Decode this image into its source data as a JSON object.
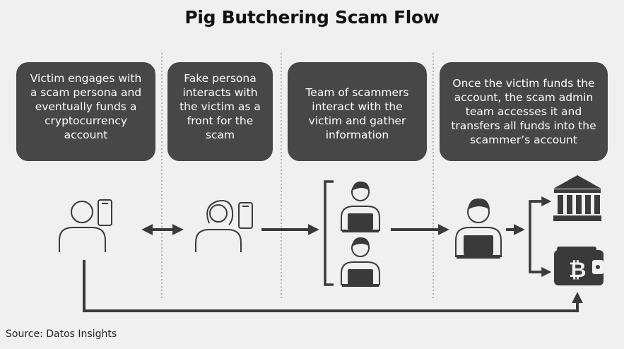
{
  "title": "Pig Butchering Scam Flow",
  "steps": [
    {
      "text": "Victim engages with\na scam persona and\neventually funds a\ncryptocurrency\naccount"
    },
    {
      "text": "Fake persona\ninteracts with\nthe victim as a\nfront for the\nscam"
    },
    {
      "text": "Team of scammers\ninteract with the\nvictim and gather\ninformation"
    },
    {
      "text": "Once the victim funds the\naccount, the scam admin\nteam accesses it and\ntransfers all funds into the\nscammer’s account"
    }
  ],
  "source": "Source: Datos Insights",
  "icons": [
    "victim-with-phone-icon",
    "fake-persona-with-phone-icon",
    "scammer-at-laptop-icon",
    "scammer-at-laptop-icon",
    "scam-admin-at-laptop-icon",
    "bank-icon",
    "bitcoin-wallet-icon"
  ],
  "colors": {
    "box": "#474747",
    "icon": "#3a3a3a",
    "background": "#f0f0f0"
  }
}
